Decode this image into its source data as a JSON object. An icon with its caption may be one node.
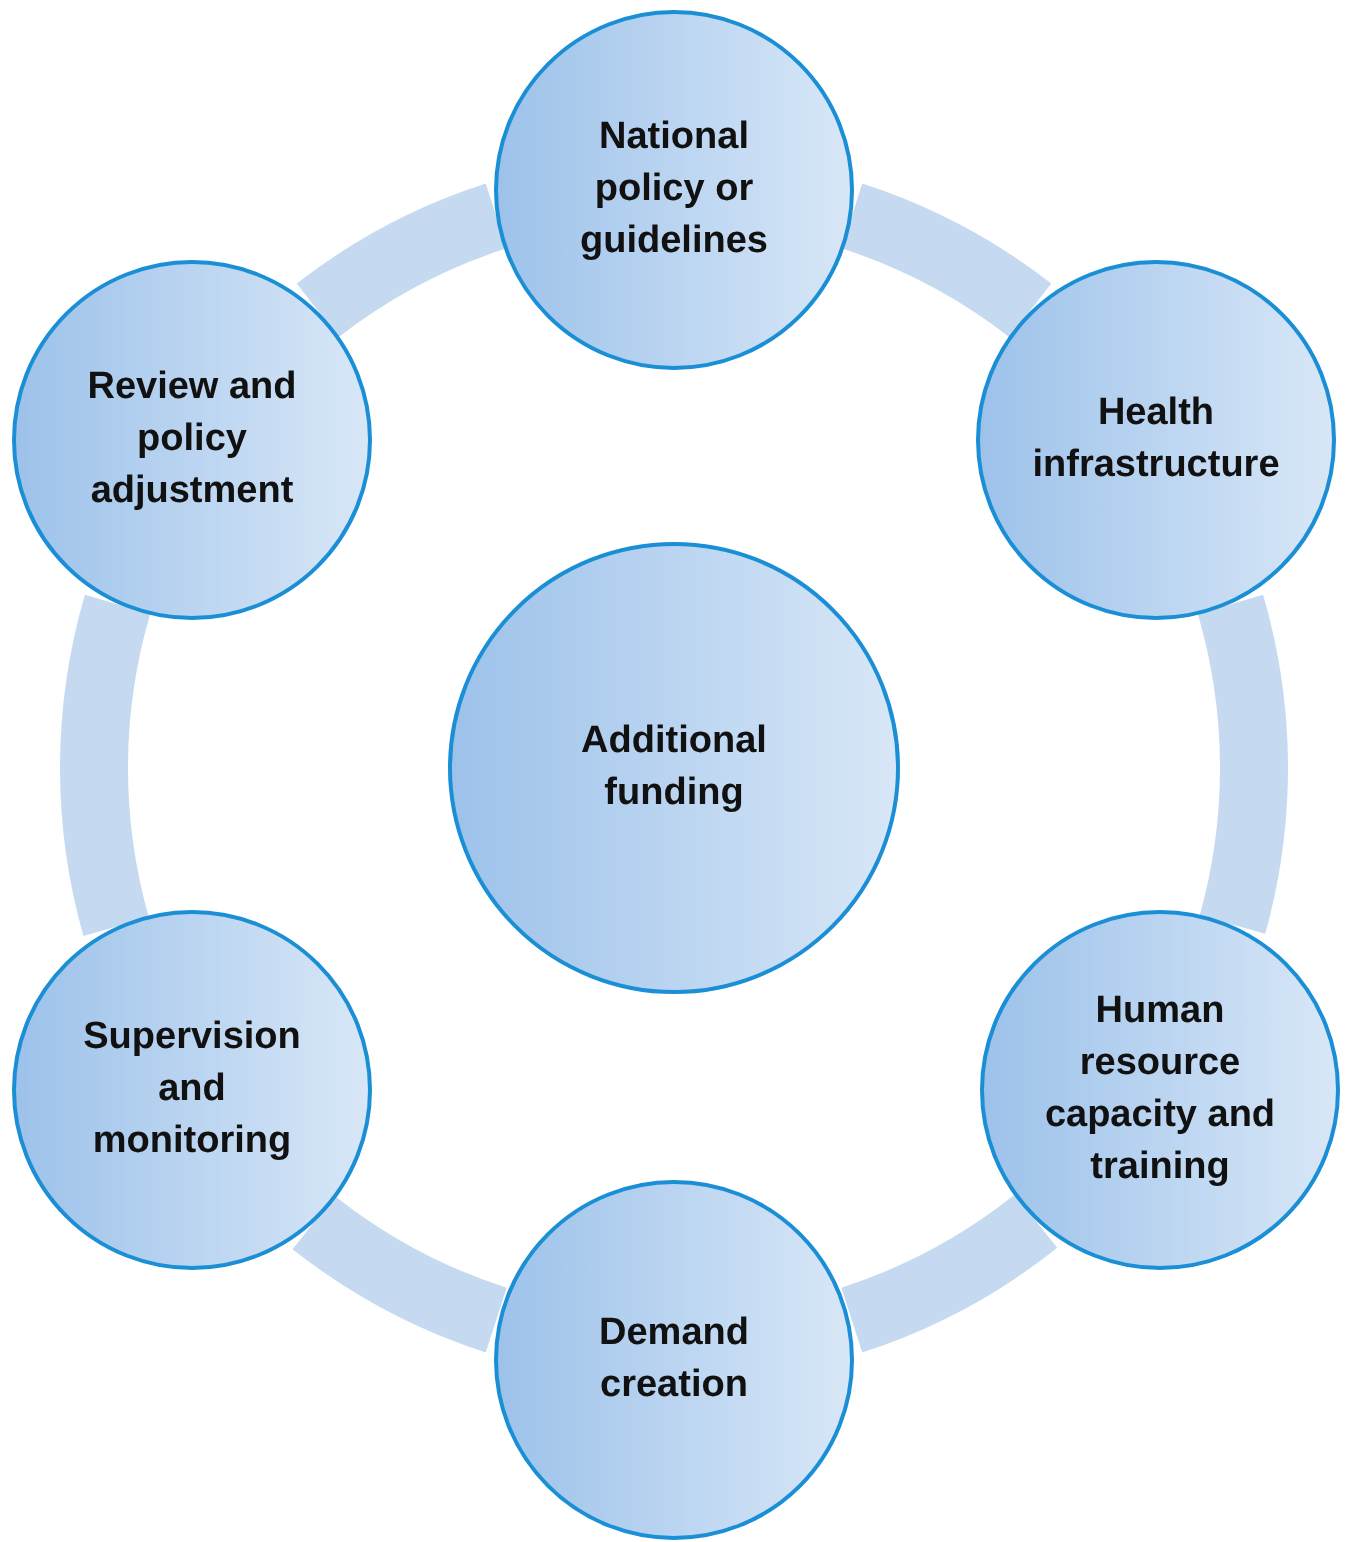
{
  "diagram": {
    "nodes": [
      {
        "text": [
          "National policy or guidelines"
        ]
      },
      {
        "text": [
          "Health infrastructure"
        ]
      },
      {
        "text": [
          "Human resource capacity and training"
        ]
      },
      {
        "text": [
          "Demand creation"
        ]
      },
      {
        "text": [
          "Supervision and monitoring"
        ]
      },
      {
        "text": [
          "Review and policy adjustment"
        ]
      },
      {
        "text": [
          "Additional funding"
        ]
      }
    ],
    "edges": [
      {
        "from": 0,
        "to": 1,
        "arrow": "none"
      },
      {
        "from": 1,
        "to": 2,
        "arrow": "none"
      },
      {
        "from": 2,
        "to": 3,
        "arrow": "none"
      },
      {
        "from": 3,
        "to": 4,
        "arrow": "none"
      },
      {
        "from": 4,
        "to": 5,
        "arrow": "none"
      },
      {
        "from": 5,
        "to": 0,
        "arrow": "none"
      }
    ]
  }
}
